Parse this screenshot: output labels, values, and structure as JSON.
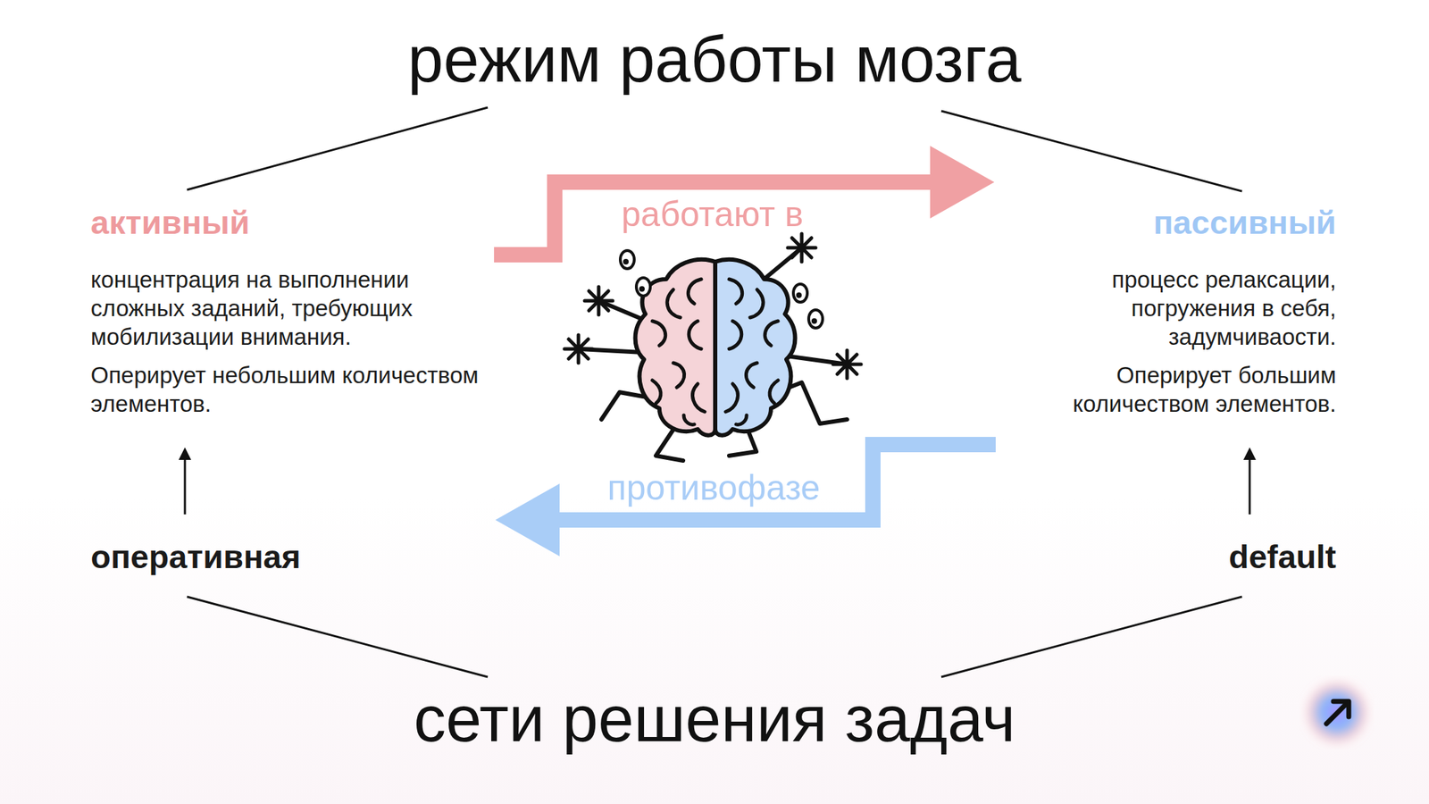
{
  "diagram": {
    "title": "режим работы мозга",
    "caption": "сети решения задач",
    "nodes": [
      {
        "text": [
          "активный",
          "концентрация на выполнении сложных заданий, требующих мобилизации внимания.",
          "Оперирует небольшим количеством элементов."
        ]
      },
      {
        "text": [
          "пассивный",
          "процесс релаксации, погружения в себя, задумчиваости.",
          "Оперирует большим количеством элементов."
        ]
      },
      {
        "text": [
          "оперативная"
        ]
      },
      {
        "text": [
          "default"
        ]
      }
    ],
    "edges": [
      {
        "from": 0,
        "to": 1,
        "label": "работают в",
        "arrow": "to"
      },
      {
        "from": 1,
        "to": 0,
        "label": "противофазе",
        "arrow": "to"
      },
      {
        "from": 2,
        "to": 0,
        "arrow": "to"
      },
      {
        "from": 3,
        "to": 1,
        "arrow": "to"
      }
    ]
  }
}
